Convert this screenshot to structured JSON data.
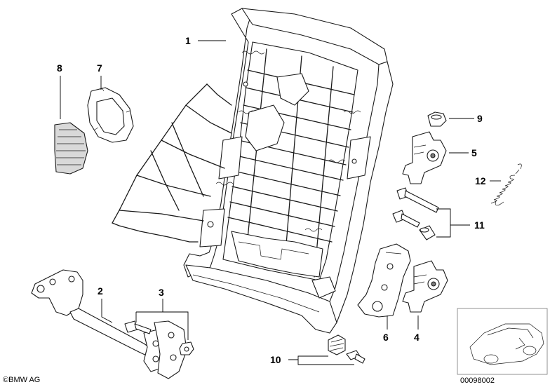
{
  "callouts": [
    {
      "id": "1",
      "label": "1"
    },
    {
      "id": "2",
      "label": "2"
    },
    {
      "id": "3",
      "label": "3"
    },
    {
      "id": "4",
      "label": "4"
    },
    {
      "id": "5",
      "label": "5"
    },
    {
      "id": "6",
      "label": "6"
    },
    {
      "id": "7",
      "label": "7"
    },
    {
      "id": "8",
      "label": "8"
    },
    {
      "id": "9",
      "label": "9"
    },
    {
      "id": "10",
      "label": "10"
    },
    {
      "id": "11",
      "label": "11"
    },
    {
      "id": "12",
      "label": "12"
    }
  ],
  "footer": {
    "brand": "BMW AG",
    "copyright_symbol": "©",
    "diagram_number": "00098002"
  },
  "colors": {
    "ink": "#1a1a1a",
    "background": "#ffffff",
    "shade": "#d9d9d9"
  }
}
